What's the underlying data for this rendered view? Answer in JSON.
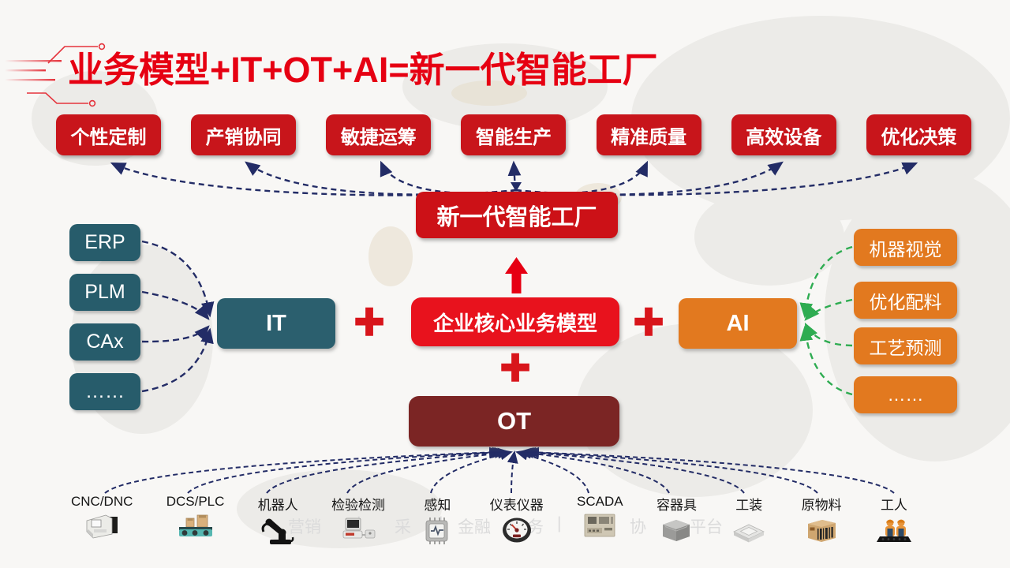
{
  "title": "业务模型+IT+OT+AI=新一代智能工厂",
  "capabilities": [
    "个性定制",
    "产销协同",
    "敏捷运筹",
    "智能生产",
    "精准质量",
    "高效设备",
    "优化决策"
  ],
  "factory_box": "新一代智能工厂",
  "equation": {
    "it": "IT",
    "core": "企业核心业务模型",
    "ai": "AI",
    "ot": "OT",
    "plus": "+"
  },
  "it_sources": [
    "ERP",
    "PLM",
    "CAx",
    "……"
  ],
  "ai_capabilities": [
    "机器视觉",
    "优化配料",
    "工艺预测",
    "……"
  ],
  "ot_devices": [
    {
      "label": "CNC/DNC",
      "icon": "cnc-machine-icon"
    },
    {
      "label": "DCS/PLC",
      "icon": "conveyor-icon"
    },
    {
      "label": "机器人",
      "icon": "robot-arm-icon"
    },
    {
      "label": "检验检测",
      "icon": "inspection-device-icon"
    },
    {
      "label": "感知",
      "icon": "sensor-chip-icon"
    },
    {
      "label": "仪表仪器",
      "icon": "gauge-icon"
    },
    {
      "label": "SCADA",
      "icon": "scada-panel-icon"
    },
    {
      "label": "容器具",
      "icon": "container-icon"
    },
    {
      "label": "工装",
      "icon": "fixture-icon"
    },
    {
      "label": "原物料",
      "icon": "raw-material-icon"
    },
    {
      "label": "工人",
      "icon": "workers-icon"
    }
  ],
  "watermark": {
    "segments": [
      {
        "text": "营销"
      },
      {
        "text": "|"
      },
      {
        "text": "采"
      },
      {
        "text": "|"
      },
      {
        "text": "金融"
      },
      {
        "text": "务"
      },
      {
        "text": "|"
      },
      {
        "text": "协"
      },
      {
        "text": "平台"
      }
    ]
  },
  "colors": {
    "title_red": "#E60012",
    "capability_red": "#C8151B",
    "core_red": "#E8121D",
    "it_teal": "#2B5F6E",
    "ai_orange": "#E2791F",
    "ot_maroon": "#7B2524",
    "arrow_navy": "#232C66",
    "arrow_green": "#2EAC51"
  }
}
